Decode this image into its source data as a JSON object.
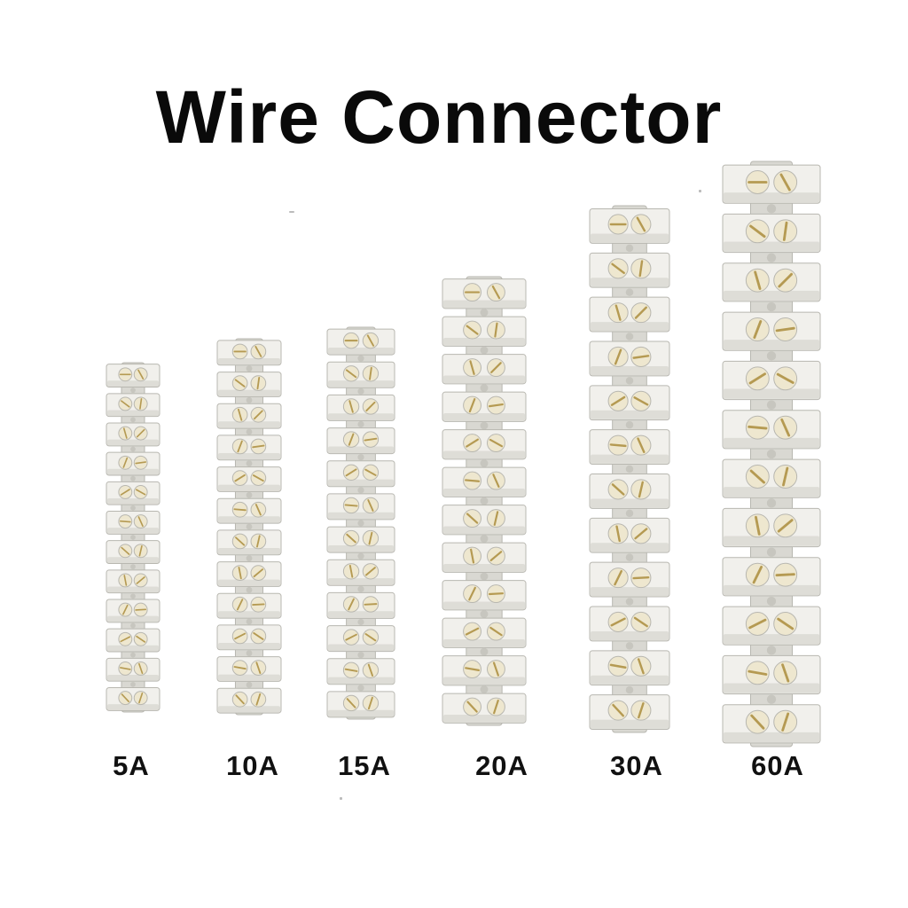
{
  "title": "Wire Connector",
  "colors": {
    "plastic": "#f1f0ec",
    "plastic_shade": "#d9d8d2",
    "outline": "#b8b7b0",
    "hole": "#c7c6bf",
    "screw": "#eee7cf",
    "screw_slot": "#b59a52"
  },
  "strips": [
    {
      "label": "5A",
      "size_class": "small",
      "positions": 12
    },
    {
      "label": "10A",
      "size_class": "small",
      "positions": 12
    },
    {
      "label": "15A",
      "size_class": "medium",
      "positions": 12
    },
    {
      "label": "20A",
      "size_class": "medium",
      "positions": 12
    },
    {
      "label": "30A",
      "size_class": "large",
      "positions": 12
    },
    {
      "label": "60A",
      "size_class": "xlarge",
      "positions": 12
    }
  ]
}
